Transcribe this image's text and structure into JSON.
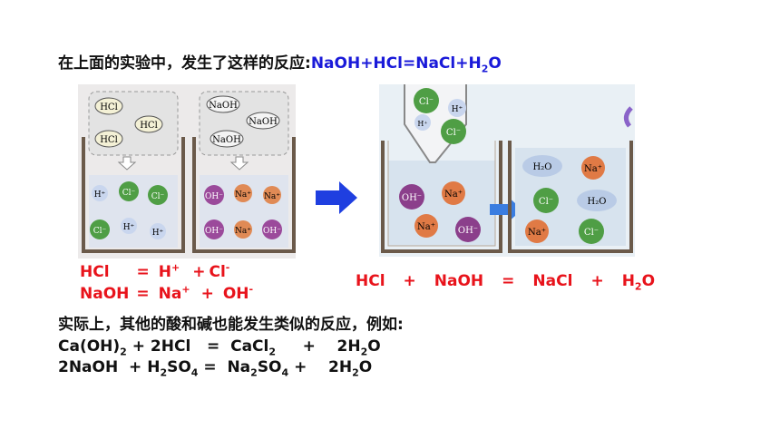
{
  "title": {
    "prefix": "在上面的实验中，发生了这样的反应:",
    "equation": {
      "a": "NaOH+HCl=NaCl+H",
      "sub": "2",
      "b": "O"
    }
  },
  "left_diagram": {
    "beaker1": {
      "top_labels": [
        "HCl",
        "HCl",
        "HCl"
      ],
      "ions": [
        "H⁺",
        "Cl⁻",
        "Cl⁻",
        "Cl⁻",
        "H⁺",
        "H⁺"
      ]
    },
    "beaker2": {
      "top_labels": [
        "NaOH",
        "NaOH",
        "NaOH"
      ],
      "ions": [
        "OH⁻",
        "Na⁺",
        "Na⁺",
        "OH⁻",
        "Na⁺",
        "OH⁻"
      ]
    }
  },
  "right_diagram": {
    "dropper_ions": [
      "Cl⁻",
      "H⁺",
      "Cl⁻"
    ],
    "beaker1_ions": [
      "OH⁻",
      "Na⁺",
      "Na⁺",
      "OH⁻"
    ],
    "beaker2_ions": [
      "H₂O",
      "Na⁺",
      "Cl⁻",
      "H₂O",
      "Na⁺",
      "Cl⁻"
    ]
  },
  "ionization": {
    "line1": {
      "left": "HCl",
      "eq": "=",
      "p1": "H",
      "p1sup": "+",
      "plus": "+",
      "p2": "Cl",
      "p2sup": "-"
    },
    "line2": {
      "left": "NaOH",
      "eq": "=",
      "p1": "Na",
      "p1sup": "+",
      "plus": "+",
      "p2": "OH",
      "p2sup": "-"
    }
  },
  "reaction_line": {
    "t1": "HCl",
    "plus1": "+",
    "t2": "NaOH",
    "eq": "=",
    "t3": "NaCl",
    "plus2": "+",
    "t4a": "H",
    "t4sub": "2",
    "t4b": "O"
  },
  "examples": {
    "intro": "实际上，其他的酸和碱也能发生类似的反应，例如:",
    "eq1": {
      "a": "Ca(OH)",
      "a_sub": "2",
      "b": " + 2HCl   =  CaCl",
      "b_sub": "2",
      "c": "     +    2H",
      "c_sub": "2",
      "d": "O"
    },
    "eq2": {
      "a": "2NaOH  + H",
      "a_sub": "2",
      "b": "SO",
      "b_sub": "4",
      "c": " =  Na",
      "c_sub": "2",
      "d": "SO",
      "d_sub": "4",
      "e": " +    2H",
      "e_sub": "2",
      "f": "O"
    }
  },
  "colors": {
    "red": "#e8131b",
    "blue": "#1a1ad9",
    "arrow": "#1f3fe0",
    "beaker": "#6b5a4a",
    "liquid": "#dfe4ee"
  }
}
